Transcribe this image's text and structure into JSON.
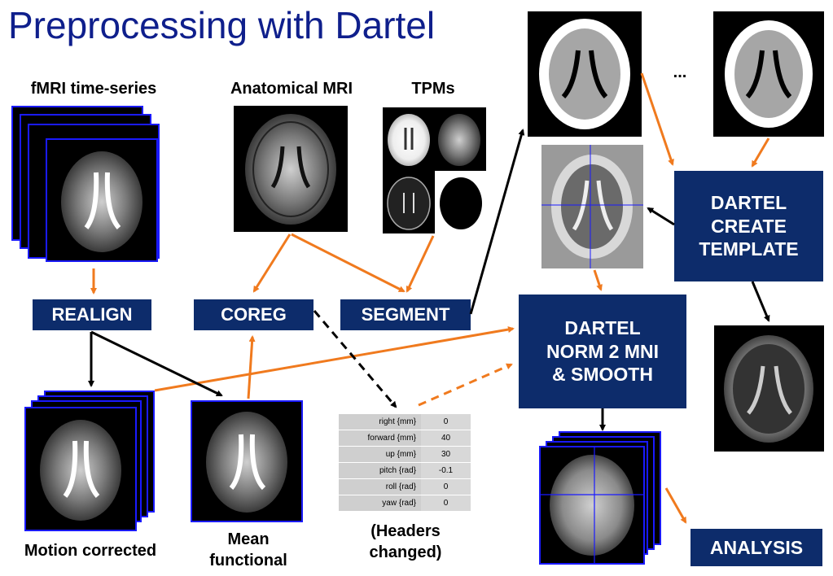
{
  "title": "Preprocessing with Dartel",
  "labels": {
    "fmri": "fMRI time-series",
    "anatomical": "Anatomical MRI",
    "tpms": "TPMs",
    "ellipsis": "...",
    "motion_corrected": "Motion corrected",
    "mean_functional_1": "Mean",
    "mean_functional_2": "functional",
    "headers_1": "(Headers",
    "headers_2": "changed)"
  },
  "boxes": {
    "realign": "REALIGN",
    "coreg": "COREG",
    "segment": "SEGMENT",
    "dartel_create_1": "DARTEL",
    "dartel_create_2": "CREATE",
    "dartel_create_3": "TEMPLATE",
    "dartel_norm_1": "DARTEL",
    "dartel_norm_2": "NORM 2 MNI",
    "dartel_norm_3": "& SMOOTH",
    "analysis": "ANALYSIS"
  },
  "header_table": [
    {
      "param": "right  {mm}",
      "value": "0"
    },
    {
      "param": "forward  {mm}",
      "value": "40"
    },
    {
      "param": "up  {mm}",
      "value": "30"
    },
    {
      "param": "pitch  {rad}",
      "value": "-0.1"
    },
    {
      "param": "roll  {rad}",
      "value": "0"
    },
    {
      "param": "yaw  {rad}",
      "value": "0"
    }
  ],
  "colors": {
    "title": "#0f1f8c",
    "box_bg": "#0d2c6b",
    "orange_arrow": "#f07a1e",
    "black_arrow": "#000000",
    "image_border": "#1a1aff"
  }
}
